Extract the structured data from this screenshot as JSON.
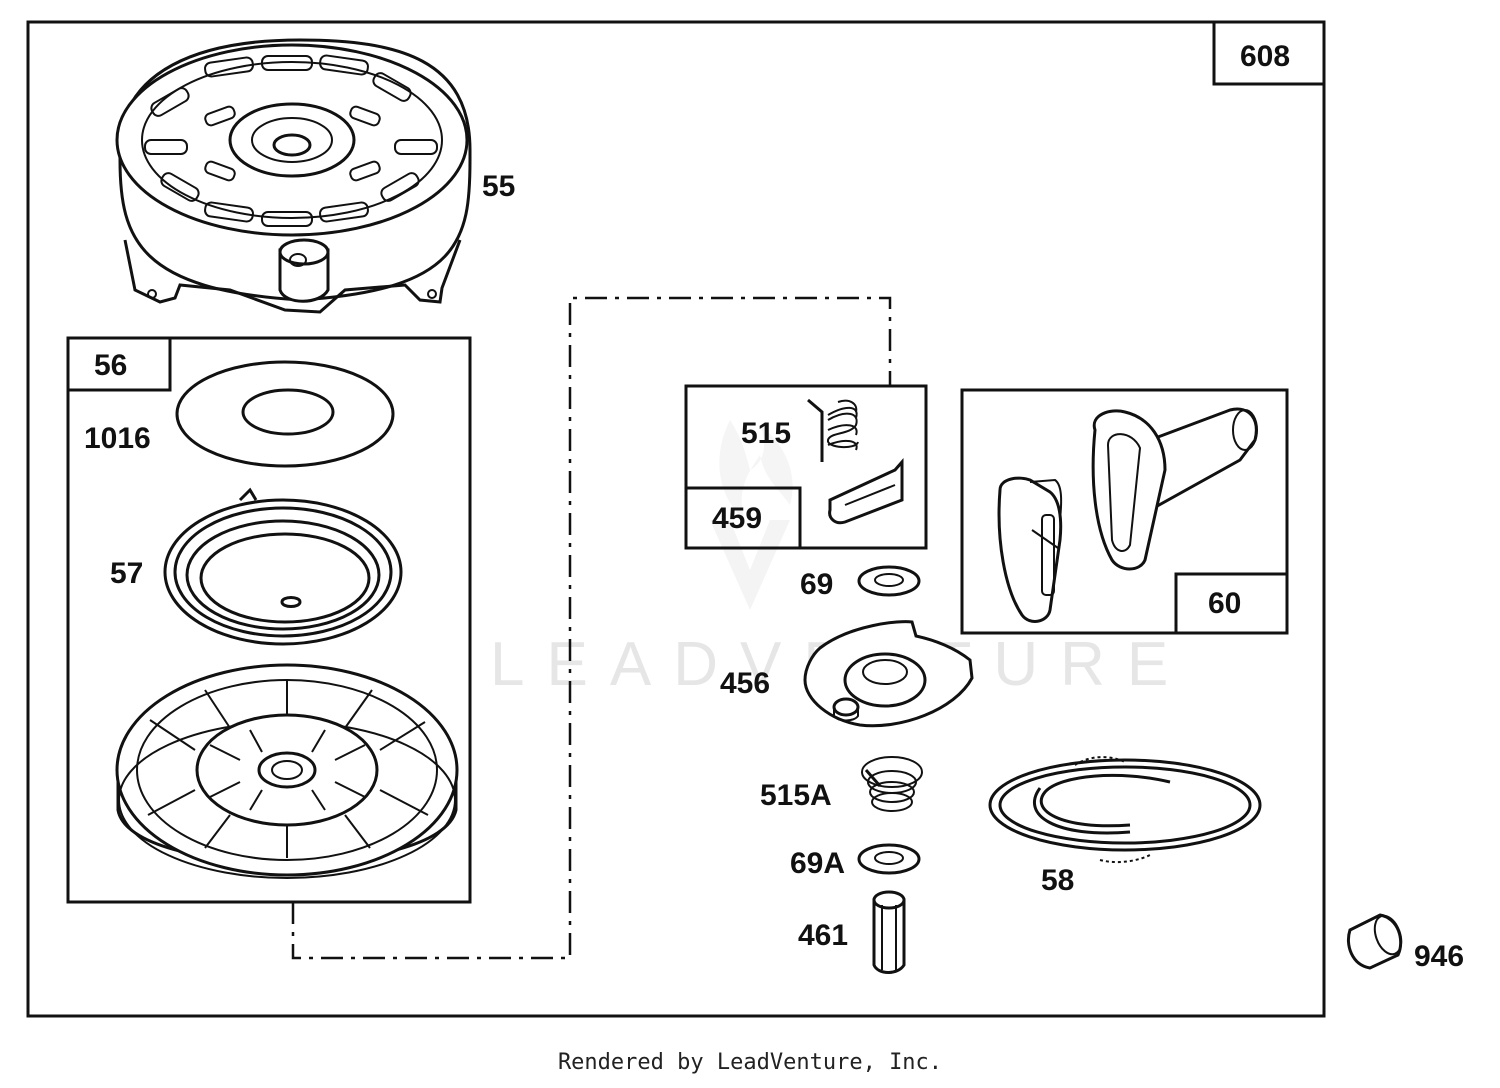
{
  "diagram": {
    "assembly_number": "608",
    "part_labels": {
      "p55": "55",
      "p56": "56",
      "p1016": "1016",
      "p57": "57",
      "p515": "515",
      "p459": "459",
      "p69": "69",
      "p60": "60",
      "p456": "456",
      "p515a": "515A",
      "p69a": "69A",
      "p461": "461",
      "p58": "58",
      "p946": "946"
    },
    "watermark": "LEADVENTURE"
  },
  "footer": {
    "text": "Rendered by LeadVenture, Inc."
  }
}
